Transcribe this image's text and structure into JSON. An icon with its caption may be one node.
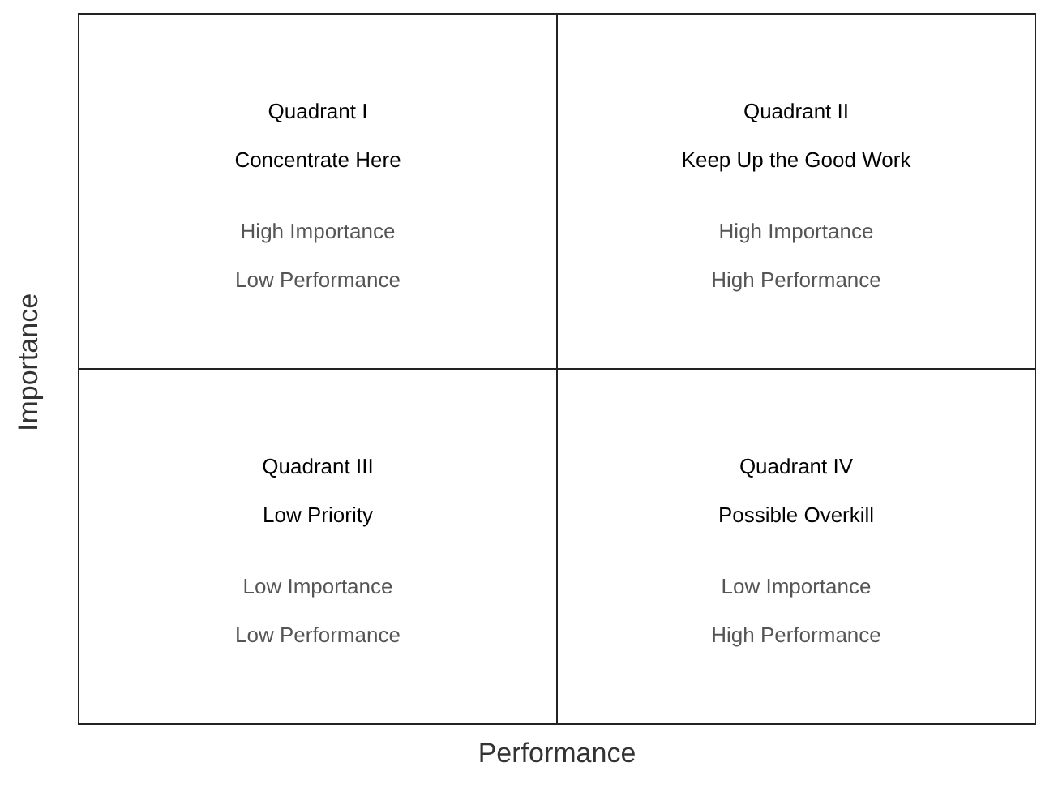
{
  "diagram": {
    "nodes": [
      {
        "text": [
          "Quadrant I",
          "Concentrate Here",
          "High Importance",
          "Low Performance"
        ]
      },
      {
        "text": [
          "Quadrant II",
          "Keep Up the Good Work",
          "High Importance",
          "High Performance"
        ]
      },
      {
        "text": [
          "Quadrant III",
          "Low Priority",
          "Low Importance",
          "Low Performance"
        ]
      },
      {
        "text": [
          "Quadrant IV",
          "Possible Overkill",
          "Low Importance",
          "High Performance"
        ]
      }
    ],
    "labels": [
      "Importance",
      "Performance"
    ]
  }
}
